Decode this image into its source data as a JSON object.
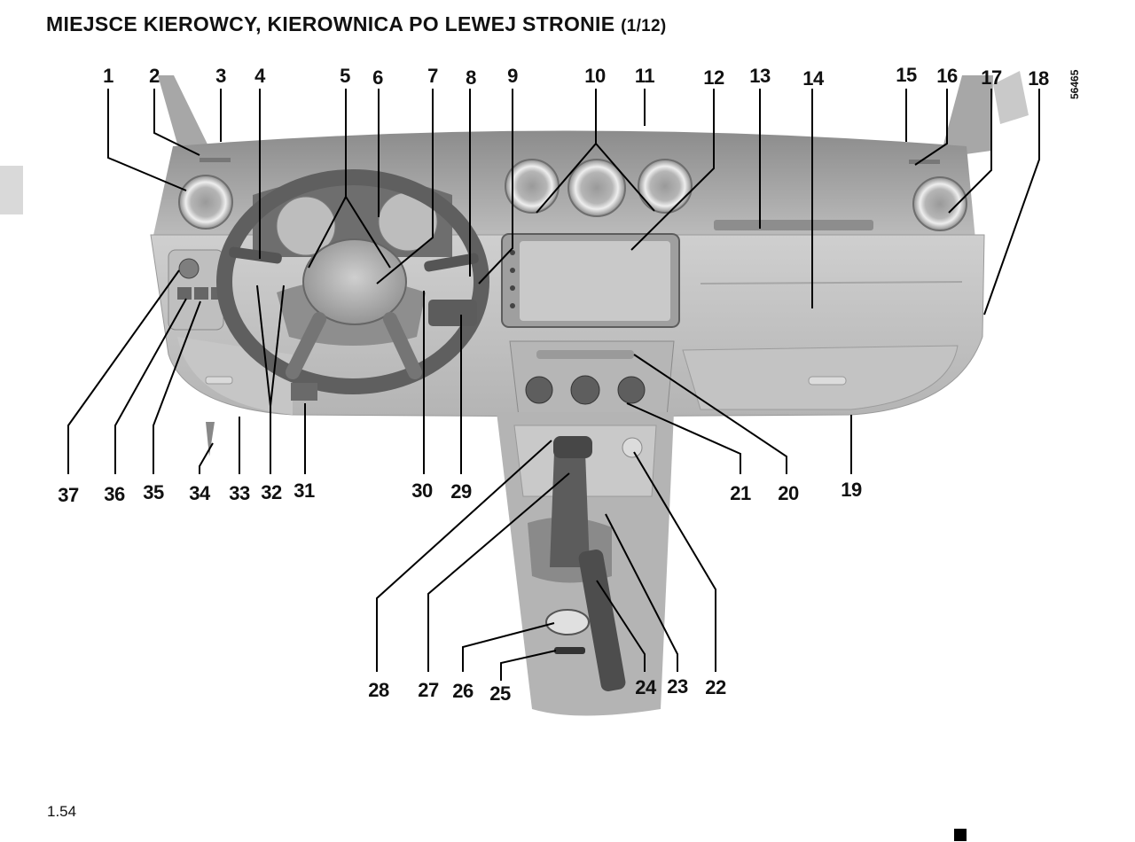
{
  "title": {
    "main": "MIEJSCE KIEROWCY, KIEROWNICA PO LEWEJ STRONIE",
    "suffix": "(1/12)"
  },
  "figure_code": "56465",
  "page_number": "1.54",
  "callouts": [
    "1",
    "2",
    "3",
    "4",
    "5",
    "6",
    "7",
    "8",
    "9",
    "10",
    "11",
    "12",
    "13",
    "14",
    "15",
    "16",
    "17",
    "18",
    "19",
    "20",
    "21",
    "22",
    "23",
    "24",
    "25",
    "26",
    "27",
    "28",
    "29",
    "30",
    "31",
    "32",
    "33",
    "34",
    "35",
    "36",
    "37"
  ]
}
